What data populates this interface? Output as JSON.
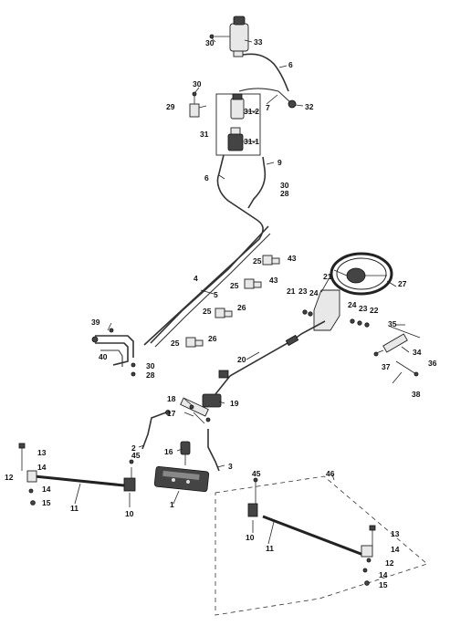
{
  "diagram": {
    "labels": {
      "l30a": "30",
      "l33": "33",
      "l6a": "6",
      "l7": "7",
      "l32": "32",
      "l30b": "30",
      "l29": "29",
      "l312": "31-2",
      "l31": "31",
      "l311": "31-1",
      "l9": "9",
      "l6b": "6",
      "l30c": "30",
      "l28a": "28",
      "l25a": "25",
      "l43a": "43",
      "l25b": "25",
      "l43b": "43",
      "l4": "4",
      "l5": "5",
      "l25c": "25",
      "l26a": "26",
      "l25d": "25",
      "l26b": "26",
      "l39": "39",
      "l40": "40",
      "l30d": "30",
      "l28b": "28",
      "l21a": "21",
      "l27": "27",
      "l21b": "21",
      "l23a": "23",
      "l24a": "24",
      "l24b": "24",
      "l23b": "23",
      "l22": "22",
      "l35": "35",
      "l34": "34",
      "l36": "36",
      "l37": "37",
      "l38": "38",
      "l20": "20",
      "l18": "18",
      "l19": "19",
      "l17": "17",
      "l2": "2",
      "l16": "16",
      "l3": "3",
      "l1": "1",
      "l13a": "13",
      "l14a": "14",
      "l12a": "12",
      "l14b": "14",
      "l15a": "15",
      "l45a": "45",
      "l11a": "11",
      "l10a": "10",
      "l46": "46",
      "l45b": "45",
      "l10b": "10",
      "l11b": "11",
      "l13b": "13",
      "l14c": "14",
      "l12b": "12",
      "l14d": "14",
      "l15b": "15"
    }
  }
}
